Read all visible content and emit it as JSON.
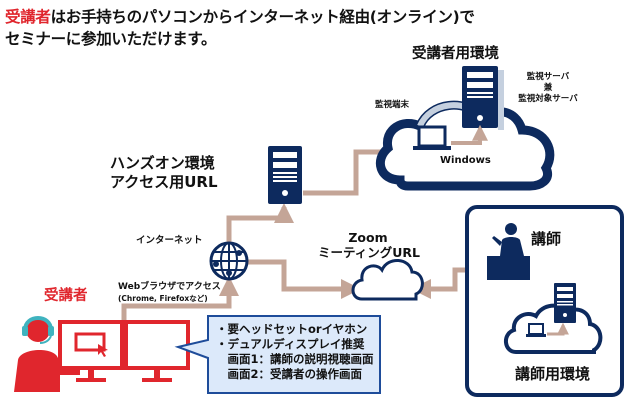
{
  "headline": {
    "accent": "受講者",
    "line1_rest": "はお手持ちのパソコンからインターネット経由(オンライン)で",
    "line2": "セミナーに参加いただけます。"
  },
  "colors": {
    "navy": "#0d2a5e",
    "accent_red": "#e0262d",
    "connector": "#c4a597",
    "callout_fill": "#dce9fa",
    "callout_border": "#1e4c9a",
    "headset": "#3fb3bf",
    "cloud_highlight": "#c5d0df"
  },
  "student_env": {
    "title": "受講者用環境",
    "monitor_label": "監視端末",
    "server_label_lines": [
      "監視サーバ",
      "兼",
      "監視対象サーバ"
    ],
    "os_label": "Windows"
  },
  "handson": {
    "title_lines": [
      "ハンズオン環境",
      "アクセス用URL"
    ]
  },
  "internet": {
    "label": "インターネット"
  },
  "browser": {
    "line1": "Webブラウザでアクセス",
    "line2": "(Chrome, Firefoxなど)"
  },
  "zoom": {
    "lines": [
      "Zoom",
      "ミーティングURL"
    ]
  },
  "student": {
    "label": "受講者"
  },
  "callout": {
    "lines": [
      "・要ヘッドセットorイヤホン",
      "・デュアルディスプレイ推奨",
      "　画面1：講師の説明視聴画面",
      "　画面2：受講者の操作画面"
    ]
  },
  "instructor": {
    "label": "講師",
    "env_title": "講師用環境"
  },
  "icons": [
    "server-icon",
    "cloud-icon",
    "laptop-icon",
    "globe-icon",
    "headset-user-icon",
    "monitor-icon",
    "presenter-icon",
    "arrow-icon"
  ]
}
